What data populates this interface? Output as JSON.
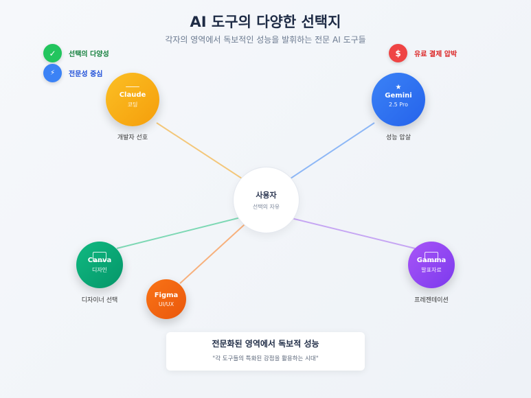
{
  "title": "AI 도구의 다양한 선택지",
  "subtitle": "각자의 영역에서 독보적인 성능을 발휘하는 전문 AI 도구들",
  "badges": {
    "diversity": {
      "icon": "✓",
      "icon_name": "check-icon",
      "label": "선택의 다양성",
      "color": "#22c55e",
      "text_color": "#15803d"
    },
    "expertise": {
      "icon": "⚡",
      "icon_name": "lightning-icon",
      "label": "전문성 중심",
      "color": "#3b82f6",
      "text_color": "#1d4ed8"
    },
    "payment": {
      "icon": "$",
      "icon_name": "dollar-icon",
      "label": "유료 결제 압박",
      "color": "#ef4444",
      "text_color": "#dc2626"
    }
  },
  "center": {
    "name": "사용자",
    "sub": "선택의 자유"
  },
  "tools": {
    "claude": {
      "name": "Claude",
      "sub": "코딩",
      "caption": "개발자 선호",
      "color": "#fbbf24",
      "color2": "#f59e0b",
      "line_color": "#f3c77a",
      "icon_name": "document-icon"
    },
    "gemini": {
      "name": "Gemini",
      "sub": "2.5 Pro",
      "caption": "성능 압살",
      "color": "#3b82f6",
      "color2": "#2563eb",
      "line_color": "#8db7f6",
      "icon_name": "star-icon"
    },
    "canva": {
      "name": "Canva",
      "sub": "디자인",
      "caption": "디자이너 선택",
      "color": "#10b981",
      "color2": "#059669",
      "line_color": "#7dd8b4",
      "icon_name": "image-icon"
    },
    "figma": {
      "name": "Figma",
      "sub": "UI/UX",
      "color": "#f97316",
      "color2": "#ea580c",
      "line_color": "#f7b07c",
      "icon_name": "figma-icon"
    },
    "gamma": {
      "name": "Gamma",
      "sub": "발표자료",
      "caption": "프레젠테이션",
      "color": "#a855f7",
      "color2": "#7c3aed",
      "line_color": "#c6a6f3",
      "icon_name": "presentation-icon"
    }
  },
  "summary": {
    "heading": "전문화된 영역에서 독보적 성능",
    "quote": "\"각 도구들의 특화된 강점을 활용하는 시대\""
  }
}
